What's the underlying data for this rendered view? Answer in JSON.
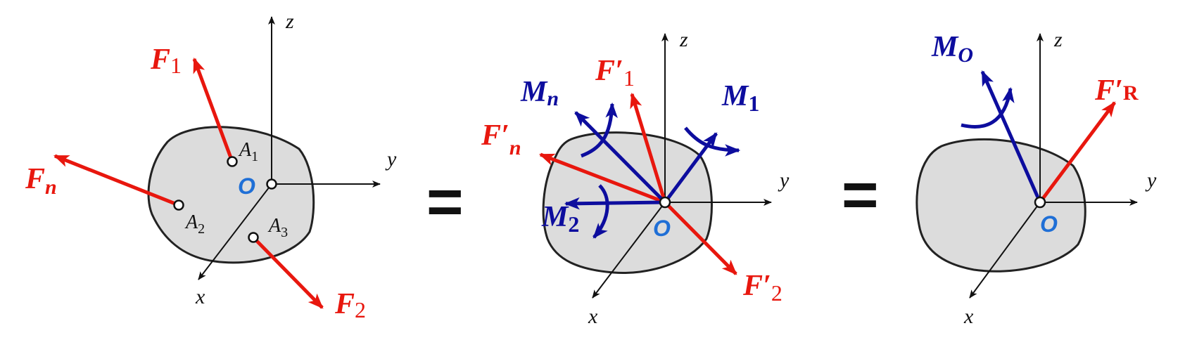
{
  "colors": {
    "force": "#e8170e",
    "moment": "#0d0d9e",
    "origin": "#1f6fd6",
    "body_fill": "#dcdcdc"
  },
  "panel1": {
    "axis_z": "z",
    "axis_y": "y",
    "axis_x": "x",
    "origin": "O",
    "points": {
      "a1": "A",
      "a1_sub": "1",
      "a2": "A",
      "a2_sub": "2",
      "a3": "A",
      "a3_sub": "3"
    },
    "forces": {
      "f1": "F",
      "f1_sub": "1",
      "fn": "F",
      "fn_sub": "n",
      "f2": "F",
      "f2_sub": "2"
    }
  },
  "equals_1": "=",
  "panel2": {
    "axis_z": "z",
    "axis_y": "y",
    "axis_x": "x",
    "origin": "O",
    "forces": {
      "f1p": "F′",
      "f1p_sub": "1",
      "fnp": "F′",
      "fnp_sub": "n",
      "f2p": "F′",
      "f2p_sub": "2"
    },
    "moments": {
      "mn": "M",
      "mn_sub": "n",
      "m1": "M",
      "m1_sub": "1",
      "m2": "M",
      "m2_sub": "2"
    }
  },
  "equals_2": "=",
  "panel3": {
    "axis_z": "z",
    "axis_y": "y",
    "axis_x": "x",
    "origin": "O",
    "moment": {
      "mo": "M",
      "mo_sub": "O"
    },
    "force": {
      "frp": "F′",
      "frp_sub": "R"
    }
  }
}
